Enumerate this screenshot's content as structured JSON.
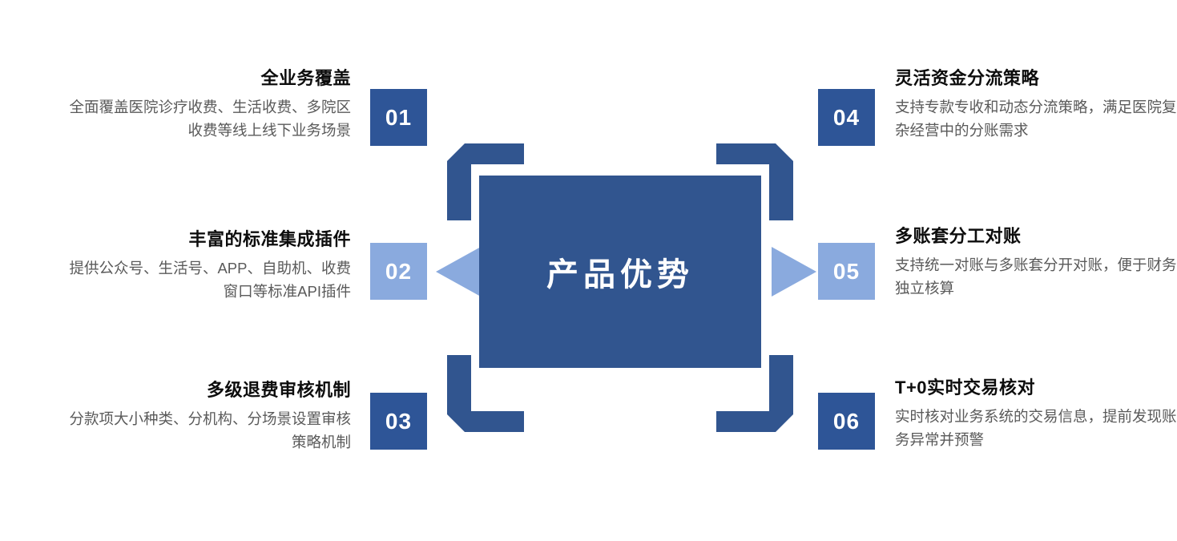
{
  "center": {
    "title": "产品优势",
    "box_color": "#31558f"
  },
  "colors": {
    "dark_blue": "#2e5597",
    "light_blue": "#8aaade",
    "arrow_blue": "#31558f",
    "heading_text": "#0d0d0d",
    "body_text": "#5a5a5a",
    "background": "#ffffff"
  },
  "items": [
    {
      "number": "01",
      "heading": "全业务覆盖",
      "body": "全面覆盖医院诊疗收费、生活收费、多院区收费等线上线下业务场景",
      "side": "left",
      "badge_style": "dark"
    },
    {
      "number": "02",
      "heading": "丰富的标准集成插件",
      "body": "提供公众号、生活号、APP、自助机、收费窗口等标准API插件",
      "side": "left",
      "badge_style": "light"
    },
    {
      "number": "03",
      "heading": "多级退费审核机制",
      "body": "分款项大小种类、分机构、分场景设置审核策略机制",
      "side": "left",
      "badge_style": "dark"
    },
    {
      "number": "04",
      "heading": "灵活资金分流策略",
      "body": "支持专款专收和动态分流策略，满足医院复杂经营中的分账需求",
      "side": "right",
      "badge_style": "dark"
    },
    {
      "number": "05",
      "heading": "多账套分工对账",
      "body": "支持统一对账与多账套分开对账，便于财务独立核算",
      "side": "right",
      "badge_style": "light"
    },
    {
      "number": "06",
      "heading": "T+0实时交易核对",
      "body": "实时核对业务系统的交易信息，提前发现账务异常并预警",
      "side": "right",
      "badge_style": "dark"
    }
  ],
  "connectors": {
    "top_left": "elbow-arrow-up-left-icon",
    "top_right": "elbow-arrow-up-right-icon",
    "bottom_left": "elbow-arrow-down-left-icon",
    "bottom_right": "elbow-arrow-down-right-icon",
    "left": "triangle-left-icon",
    "right": "triangle-right-icon"
  }
}
